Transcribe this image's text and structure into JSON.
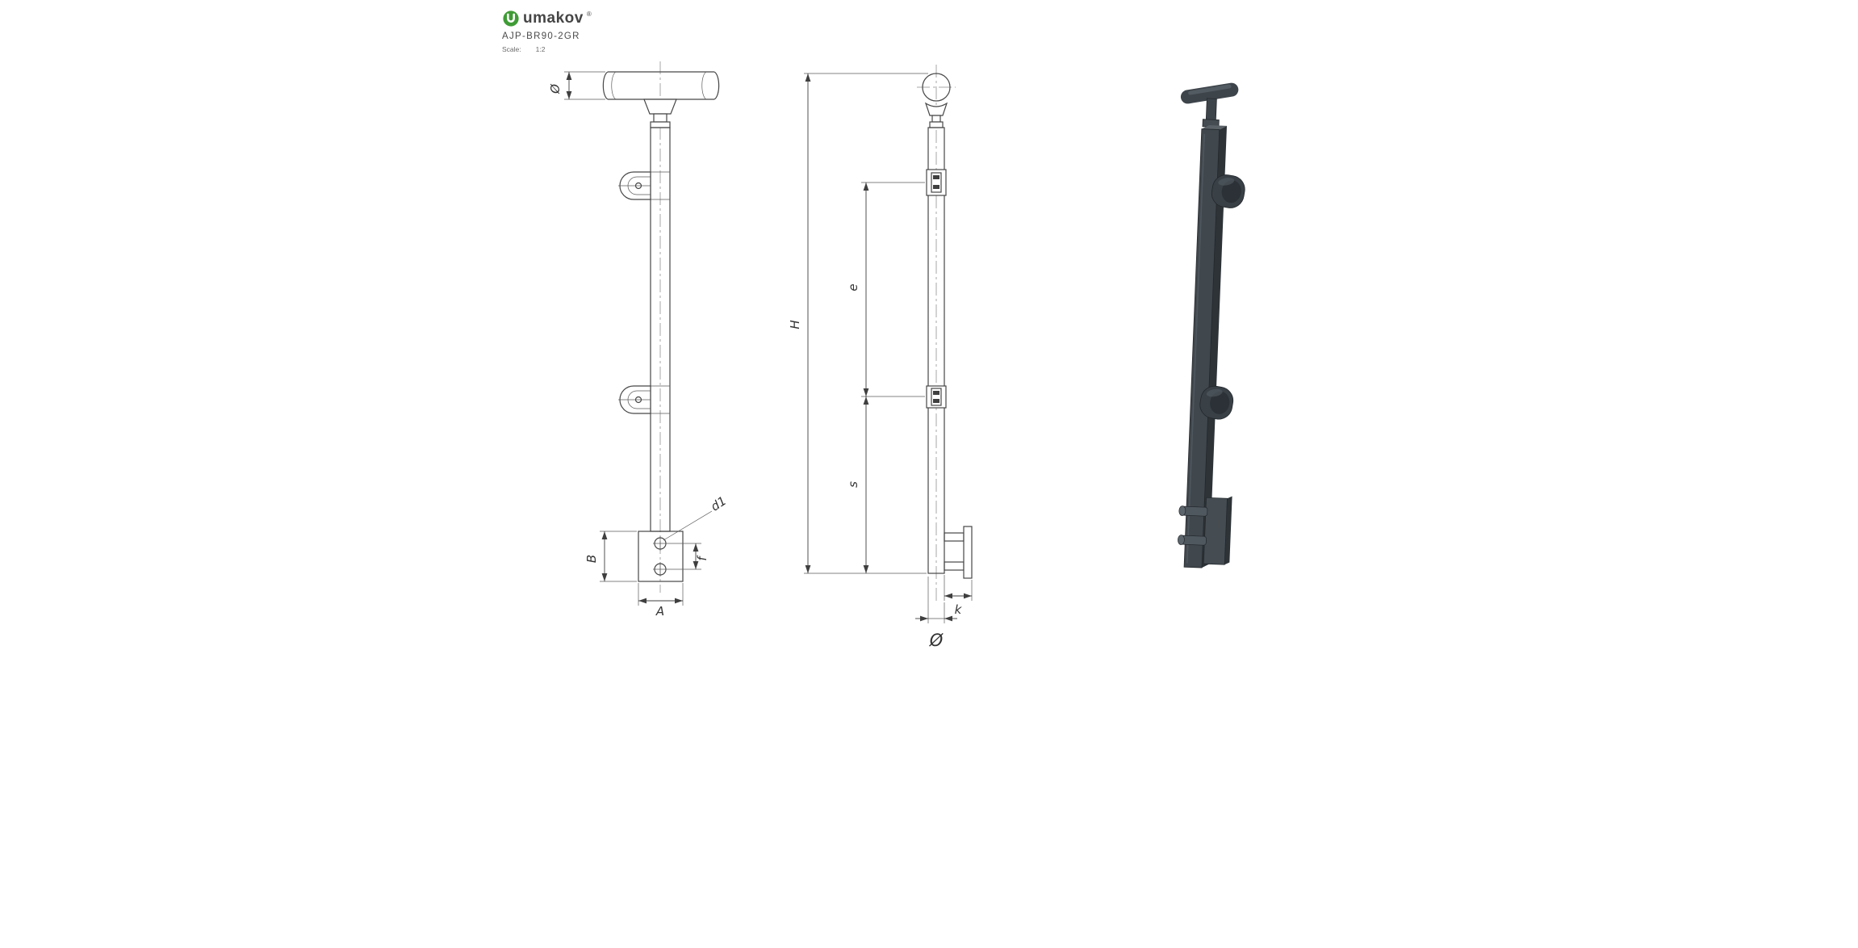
{
  "header": {
    "brand": "umakov",
    "brand_mark": "®",
    "product_code": "AJP-BR90-2GR",
    "scale_label": "Scale:",
    "scale_value": "1:2"
  },
  "views": {
    "front": {
      "dims": {
        "diameter": "Ø",
        "plate_height": "B",
        "plate_width": "A",
        "hole_pitch": "f",
        "hole_diameter": "d1"
      }
    },
    "side": {
      "dims": {
        "height": "H",
        "upper_span": "e",
        "lower_span": "s",
        "plate_offset": "k",
        "tube_diameter": "Ø"
      }
    }
  },
  "colors": {
    "brand_green": "#3f9c35",
    "line": "#474747",
    "model_dark": "#40474d",
    "background": "#ffffff"
  }
}
